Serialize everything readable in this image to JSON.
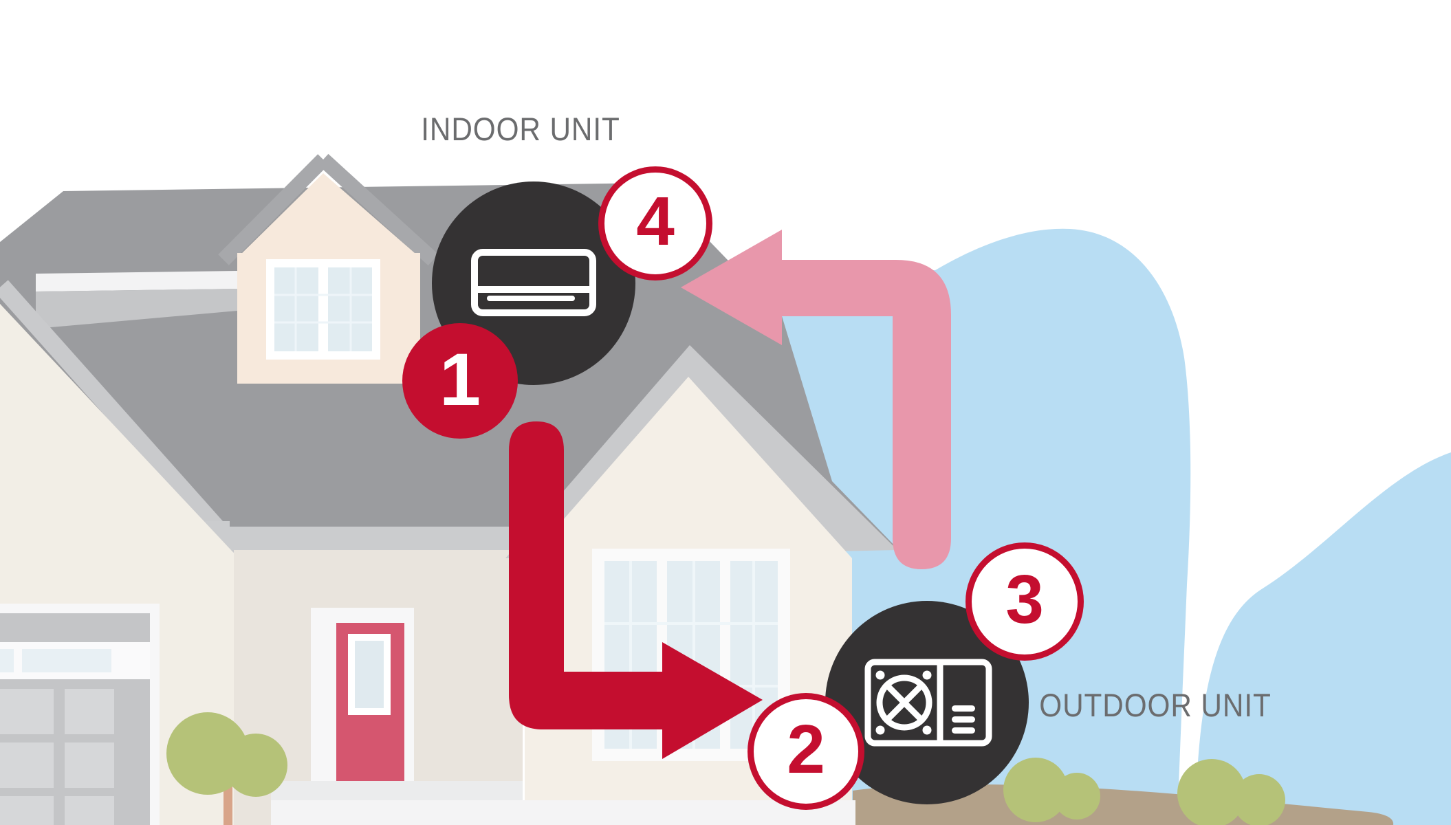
{
  "diagram": {
    "type": "heat-pump-refrigerant-cycle-infographic",
    "labels": {
      "indoor_unit": "INDOOR UNIT",
      "outdoor_unit": "OUTDOOR UNIT"
    },
    "steps": [
      {
        "number": "1",
        "style": "filled",
        "location": "next to indoor unit, start of supply line"
      },
      {
        "number": "2",
        "style": "outline",
        "location": "at arrowhead entering outdoor unit"
      },
      {
        "number": "3",
        "style": "outline",
        "location": "upper right of outdoor unit"
      },
      {
        "number": "4",
        "style": "outline",
        "location": "upper right of indoor unit, at return arrowhead"
      }
    ],
    "arrows": [
      {
        "name": "supply-arrow",
        "color": "#c40e2f",
        "from": "indoor unit",
        "to": "outdoor unit",
        "shape": "down-then-right with arrowhead"
      },
      {
        "name": "return-arrow",
        "color": "#e897ab",
        "from": "outdoor unit",
        "to": "indoor unit",
        "shape": "up-then-left with arrowhead"
      }
    ],
    "icons": [
      {
        "name": "indoor-unit-icon",
        "description": "wall-mounted mini-split unit, white outline on dark circle"
      },
      {
        "name": "outdoor-unit-icon",
        "description": "condenser unit with fan and vents, white outline on dark circle"
      }
    ],
    "colors": {
      "accent_red": "#c40e2f",
      "accent_pink": "#e897ab",
      "badge_dark": "#343233",
      "label_gray": "#6b6c6e",
      "roof_gray": "#9b9c9f",
      "trim_gray": "#c9cacc",
      "wall_cream": "#f4efe7",
      "wall_beige": "#e9e4dd",
      "dormer_peach": "#f7e9dc",
      "door_red": "#d5566f",
      "sky_blue": "#b8ddf3",
      "ground_tan": "#b3a189",
      "bush_olive": "#b5c278"
    },
    "scene": "house with dormer, garage, red front door, tree, bushes, blue sky blobs and dirt ground"
  }
}
